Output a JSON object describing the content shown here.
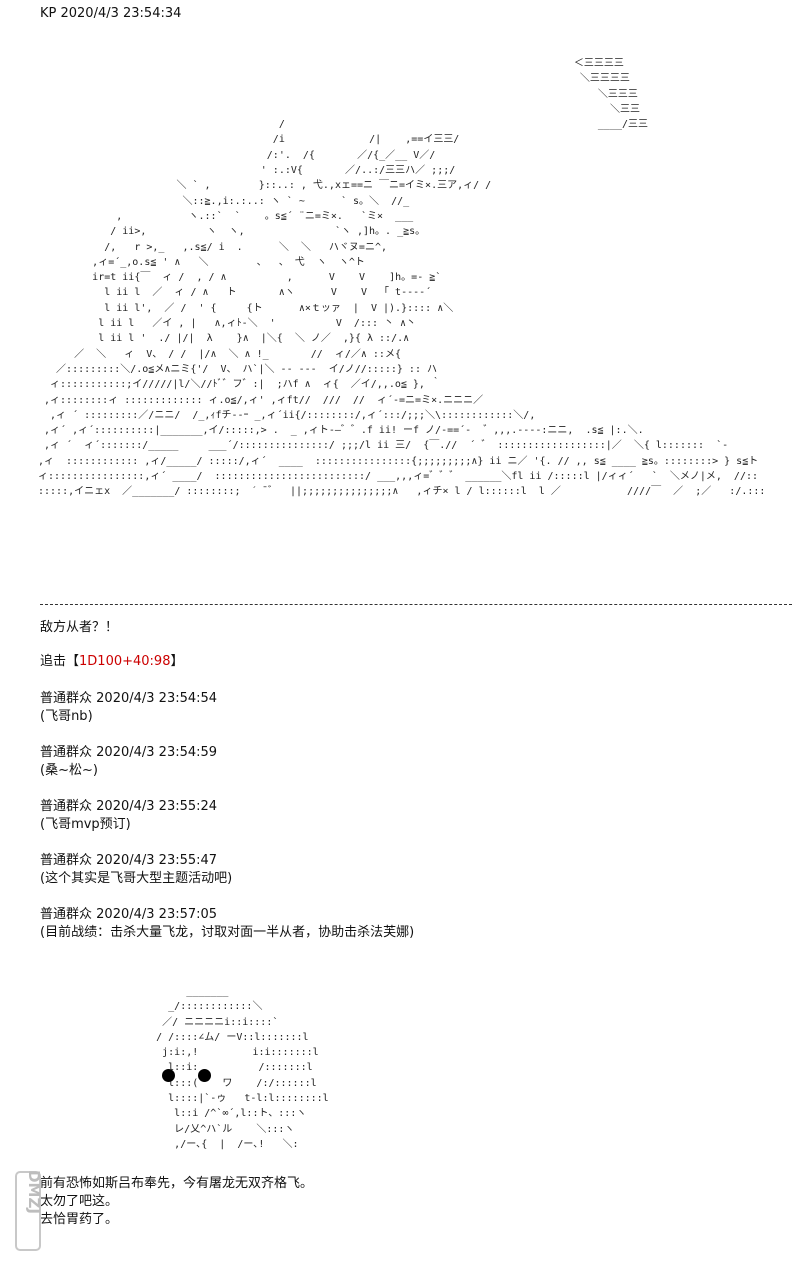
{
  "header": "KP 2020/4/3 23:54:34",
  "art_top": "                                                                                         ＜三三三三\n                                                                                          ＼三三三三\n                                                                                             ＼三三三\n                                                                                               ＼三三\n                                        /                                                    ____/三三\n                                       /i              /|    ,==イ三三/\n                                      /:'.  /{       ／/{_／__ V／/\n                                     ' :.:V{       ／/..:/三三ハ／ ;;;/\n                       ＼ ` ,        }::..: , 弋.,xェ==ニ ￣ニ=イミ×.三ア,ィ/ /\n                        ＼::≧.,i:.:..: ヽ ` ~      ` s。＼  //_\n             ,           ヽ.::`  `    。s≦´ ¨ニ=ミ×.   `ミ×  ___\n            / ii>,          ヽ  ヽ,               `ヽ ,]h。. _≧s。\n           /,   r >,_   ,.s≦/ i  .      ＼  ＼   ハヾヌ=ニ^,\n         ,ィ=´_,o.s≦ ' ∧   ＼        、  、 弋  ヽ  ヽ^ト\n         ir=t ii{￣  ィ /  , / ∧          ,      V    V    ]h。=- ≧`\n           l ii l  ／  ィ / ∧   ト       ∧ヽ      V    V  「 t----´\n           l ii l',  ／ /  ' {     {ト      ∧×ｔッァ  |  V |).}:::: ∧＼\n          l ii l   ／イ , |   ∧,ィﾄ-＼  '          V  /::: 丶 ∧丶\n          l ii l '  ./ |/|  λ    }∧  |＼{  ＼ ノ／  ,}{ λ ::/.∧\n      ／  ＼   ィ  V、 / /  |/∧  ＼ ∧ !_       //  ィ/／∧ ::メ{\n   ／:::::::::＼/.o≦メ∧ニミ{'/  V、 ハ`|＼ -- ---  イ/ノ//:::::} :: ハ\n  ィ:::::::::::;イ/////|l/＼//ﾄﾞ゛フ゛:|  ;ハf ∧  ィ{  ／イ/,,.o≦ }, ｀ \n ,ィ::::::::ィ ::::::::::::: ィ.o≦/,ィ' ,ィft//  ///  //  ィ´-=ニ=ミ×.ニニニ／\n  ,ィ ´ :::::::::／/ニニ/  /_,ｨfチ--ｰ _,ィ´ii{/::::::::/,ィ´:::/;;;＼\\::::::::::::＼/,\n ,ィ´ ,ィ´::::::::::|_______,イ/:::::,> .  _ ,ィト-―゛゛.f ii! ーf ノ/-==´-  ゛,,,.----:ニニ,  .s≦ |:.＼.\n ,ィ ´  ィ´:::::::/_____     ___´/:::::::::::::::/ ;;;/l ii 三/  {￣.//  ´ ゛ ::::::::::::::::::|／  ＼{ l:::::::  `-\n,ィ  :::::::::::: ,ィ/_____/ :::::/,ィ´  ____  ::::::::::::::::{;;;;;;;;;∧} ii ニ／ '{. // ,, s≦ ____ ≧s。::::::::> } s≦ト\nィ::::::::::::::::,ィ´ ____/  :::::::::::::::::::::::::/ ___,,,ィ=゛゛゛ ______＼fl ii /:::::l |/ィィ´   `  ＼メノ|メ,  //::\n:::::,イニェx  ／_______/ ::::::::;  ˊ ˉ゛  ||;;;;;;;;;;;;;;;∧   ,ィチ× l / l::::::l  l ／           ////￣  ／  ;／   :/.:::",
  "line1": "敌方从者？！",
  "attack_label": "追击【",
  "dice": "1D100+40:98",
  "attack_close": "】",
  "posts": [
    {
      "author": "普通群众",
      "time": "2020/4/3 23:54:54",
      "text": "(飞哥nb)"
    },
    {
      "author": "普通群众",
      "time": "2020/4/3 23:54:59",
      "text": "(桑~松~)"
    },
    {
      "author": "普通群众",
      "time": "2020/4/3 23:55:24",
      "text": "(飞哥mvp预订)"
    },
    {
      "author": "普通群众",
      "time": "2020/4/3 23:55:47",
      "text": "(这个其实是飞哥大型主题活动吧)"
    },
    {
      "author": "普通群众",
      "time": "2020/4/3 23:57:05",
      "text": "(目前战绩：击杀大量飞龙，讨取对面一半从者，协助击杀法芙娜)"
    }
  ],
  "art_bottom": "           _______\n        _/::::::::::::＼\n       ／/ ニニニニi::i::::`\n      / /::::∠ム/ ーV::l:::::::l\n       j:i:,!         i:i:::::::l\n        l::i:          /:::::::l\n        l:::(    ワ    /:/::::::l\n        l::::|`-ゥ   t-l:l::::::::l\n         l::i /^`∞´,l::ト、:::ヽ\n         レ/乂^ハ`ル    ＼:::ヽ\n         ,/ー､{  |  /ー､!   ＼:",
  "footer_lines": [
    "前有恐怖如斯吕布奉先，今有屠龙无双齐格飞。",
    "太勿了吧这。",
    "去恰胃药了。"
  ],
  "watermark": "DMZJ"
}
